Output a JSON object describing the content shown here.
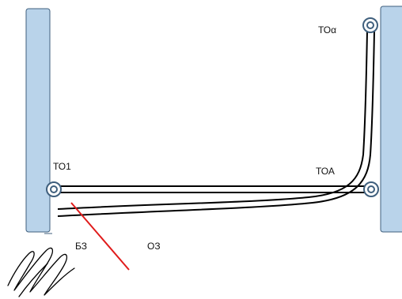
{
  "labels": {
    "to1": "ТО1",
    "toa": "ТОА",
    "toalpha": "ТОα",
    "bz": "БЗ",
    "oz": "ОЗ"
  },
  "colors": {
    "post_fill": "#b9d3ea",
    "post_stroke": "#3f5f7d",
    "wire": "#000000",
    "cut_line": "#e01b1b",
    "scribble": "#000000"
  },
  "icons": {
    "terminal": "ring-terminal-icon",
    "scribble": "signature-scribble"
  }
}
